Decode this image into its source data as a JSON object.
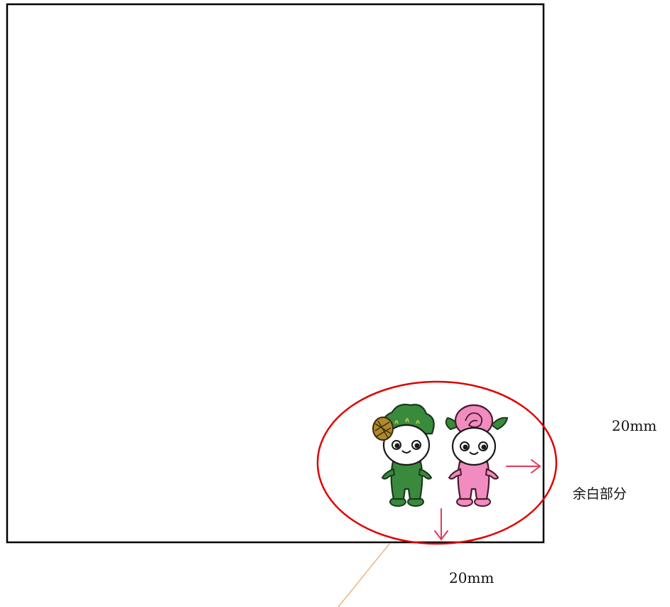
{
  "annotations": {
    "right_margin": "20mm",
    "margin_area": "余白部分",
    "bottom_margin": "20mm"
  },
  "colors": {
    "paper_border": "#000000",
    "highlight_ellipse": "#e00000",
    "arrow": "#e8365a",
    "leader_line": "#f0a060",
    "green_character_body": "#3a8a3e",
    "pink_character_body": "#f08cc0"
  },
  "characters": [
    {
      "name": "green-character",
      "icon": "broccoli-head-mascot"
    },
    {
      "name": "pink-character",
      "icon": "rose-head-mascot"
    }
  ]
}
